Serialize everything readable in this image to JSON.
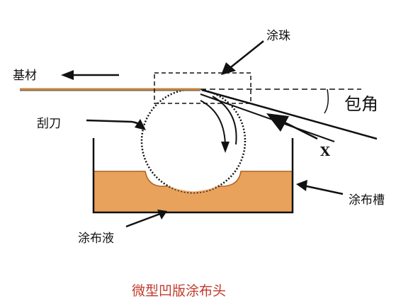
{
  "labels": {
    "substrate": "基材",
    "bead": "涂珠",
    "wrap_angle": "包角",
    "doctor_blade": "刮刀",
    "x_mark": "X",
    "tank": "涂布槽",
    "liquid": "涂布液"
  },
  "caption": "微型凹版涂布头",
  "colors": {
    "liquid": "#E8A25C",
    "liquid_edge": "#B0601E",
    "substrate": "#C8843C",
    "caption": "#C0392B",
    "line": "#111111"
  }
}
